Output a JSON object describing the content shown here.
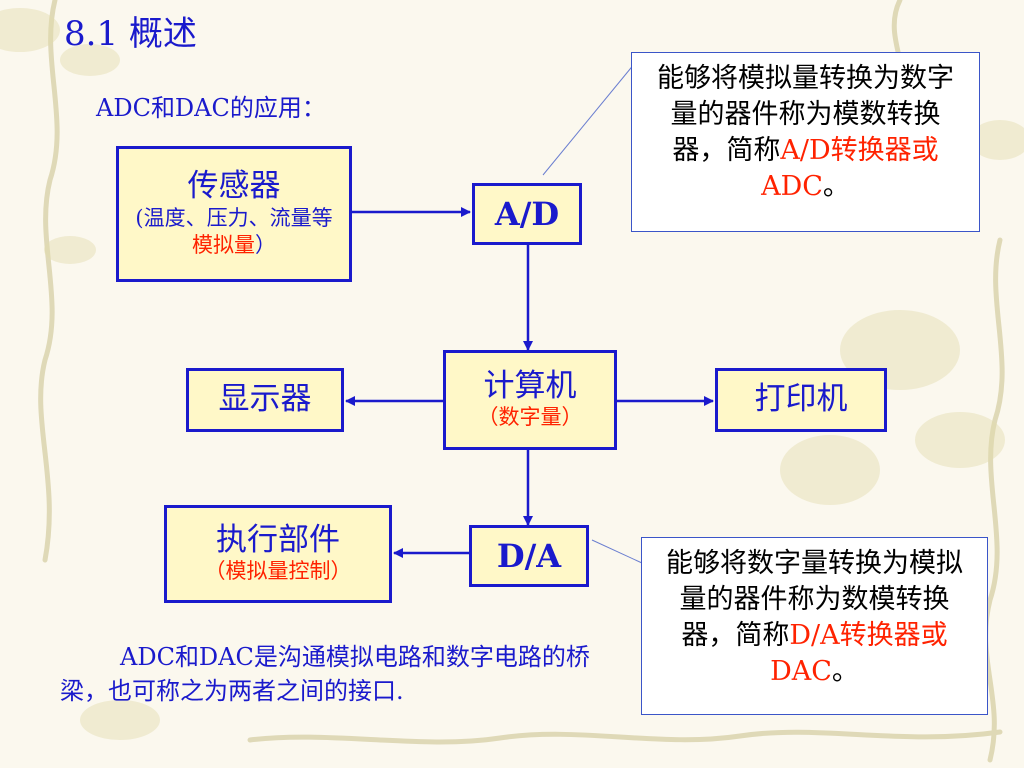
{
  "slide": {
    "title": "8.1 概述",
    "subtitle": "ADC和DAC的应用：",
    "footer": "ADC和DAC是沟通模拟电路和数字电路的桥梁，也可称之为两者之间的接口."
  },
  "nodes": {
    "sensor": {
      "title": "传感器",
      "detail_prefix": "(温度、压力、流量等",
      "detail_highlight": "模拟量",
      "detail_suffix": "）"
    },
    "ad": {
      "label": "A/D"
    },
    "computer": {
      "title": "计算机",
      "detail": "（数字量）"
    },
    "display": {
      "label": "显示器"
    },
    "printer": {
      "label": "打印机"
    },
    "actuator": {
      "title": "执行部件",
      "detail": "（模拟量控制）"
    },
    "da": {
      "label": "D/A"
    }
  },
  "notes": {
    "adc": {
      "text_prefix": "能够将模拟量转换为数字量的器件称为模数转换器，简称",
      "highlight": "A/D转换器或ADC",
      "suffix": "。"
    },
    "dac": {
      "text_prefix": "能够将数字量转换为模拟量的器件称为数模转换器，简称",
      "highlight": "D/A转换器或DAC",
      "suffix": "。"
    }
  },
  "colors": {
    "primary": "#1a1acc",
    "highlight": "#ff2200",
    "box_fill": "#fff8c8"
  }
}
